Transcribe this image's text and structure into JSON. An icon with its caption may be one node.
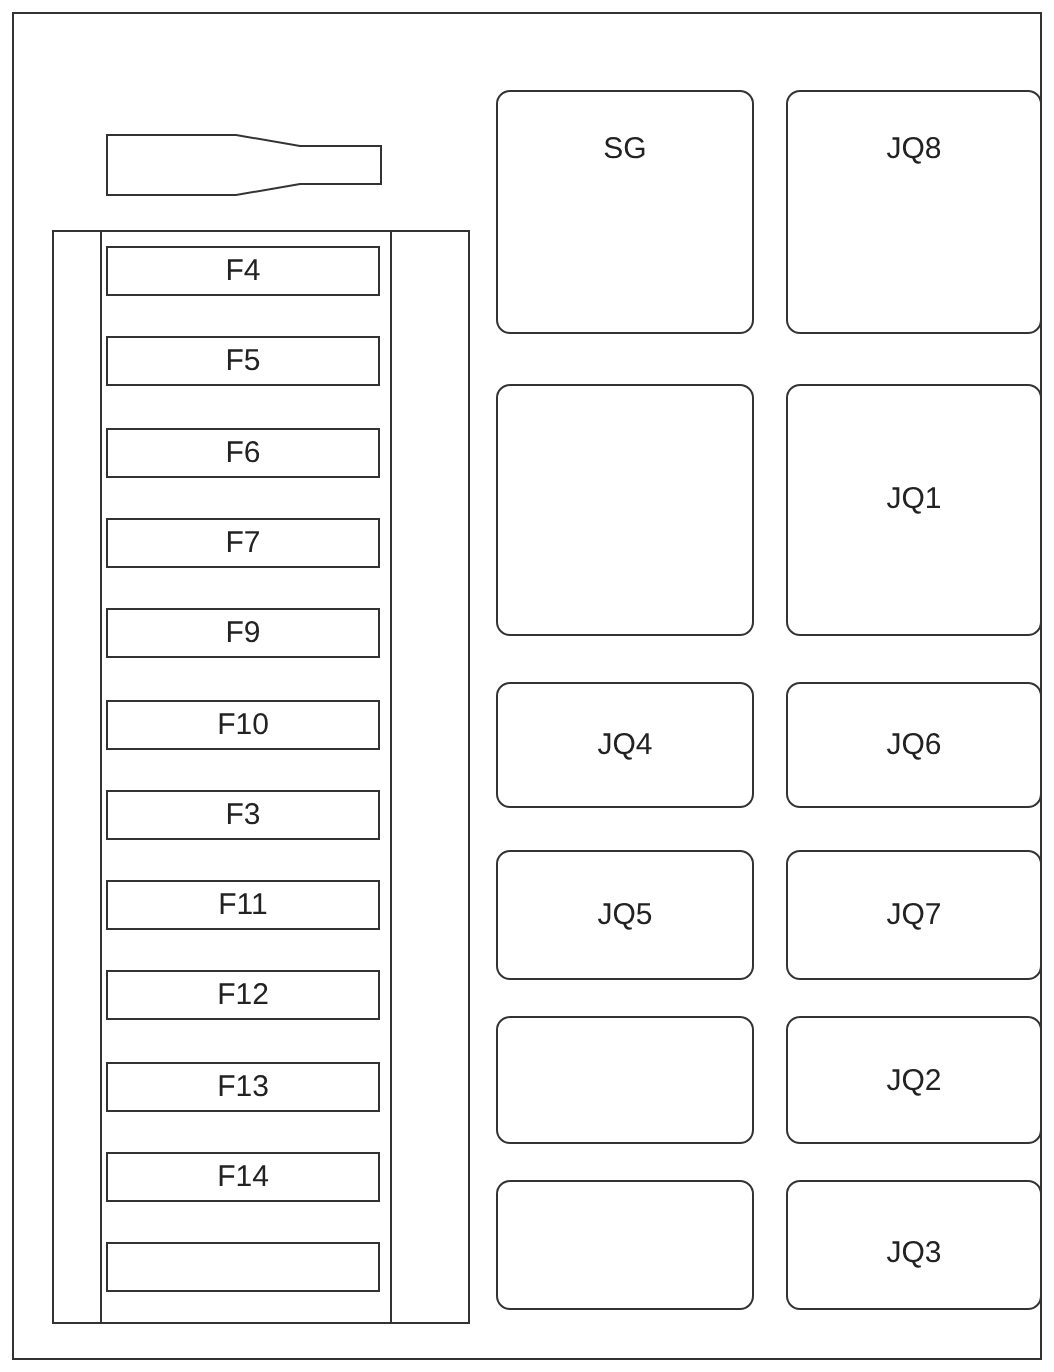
{
  "diagram": {
    "nodes": [
      {
        "text": [],
        "shape": "box"
      },
      {
        "text": [],
        "shape": "box",
        "in": 0
      },
      {
        "text": [],
        "shape": "box",
        "in": 0
      },
      {
        "text": [
          "F4"
        ],
        "in": 2
      },
      {
        "text": [
          "F5"
        ],
        "in": 2
      },
      {
        "text": [
          "F6"
        ],
        "in": 2
      },
      {
        "text": [
          "F7"
        ],
        "in": 2
      },
      {
        "text": [
          "F9"
        ],
        "in": 2
      },
      {
        "text": [
          "F10"
        ],
        "in": 2
      },
      {
        "text": [
          "F3"
        ],
        "in": 2
      },
      {
        "text": [
          "F11"
        ],
        "in": 2
      },
      {
        "text": [
          "F12"
        ],
        "in": 2
      },
      {
        "text": [
          "F13"
        ],
        "in": 2
      },
      {
        "text": [
          "F14"
        ],
        "in": 2
      },
      {
        "text": [],
        "shape": "box",
        "in": 2
      },
      {
        "text": [
          "SG"
        ],
        "in": 0
      },
      {
        "text": [
          "JQ8"
        ],
        "in": 0
      },
      {
        "text": [],
        "shape": "box",
        "in": 0
      },
      {
        "text": [
          "JQ1"
        ],
        "in": 0
      },
      {
        "text": [
          "JQ4"
        ],
        "in": 0
      },
      {
        "text": [
          "JQ6"
        ],
        "in": 0
      },
      {
        "text": [
          "JQ5"
        ],
        "in": 0
      },
      {
        "text": [
          "JQ7"
        ],
        "in": 0
      },
      {
        "text": [],
        "shape": "box",
        "in": 0
      },
      {
        "text": [
          "JQ2"
        ],
        "in": 0
      },
      {
        "text": [],
        "shape": "box",
        "in": 0
      },
      {
        "text": [
          "JQ3"
        ],
        "in": 0
      }
    ]
  }
}
